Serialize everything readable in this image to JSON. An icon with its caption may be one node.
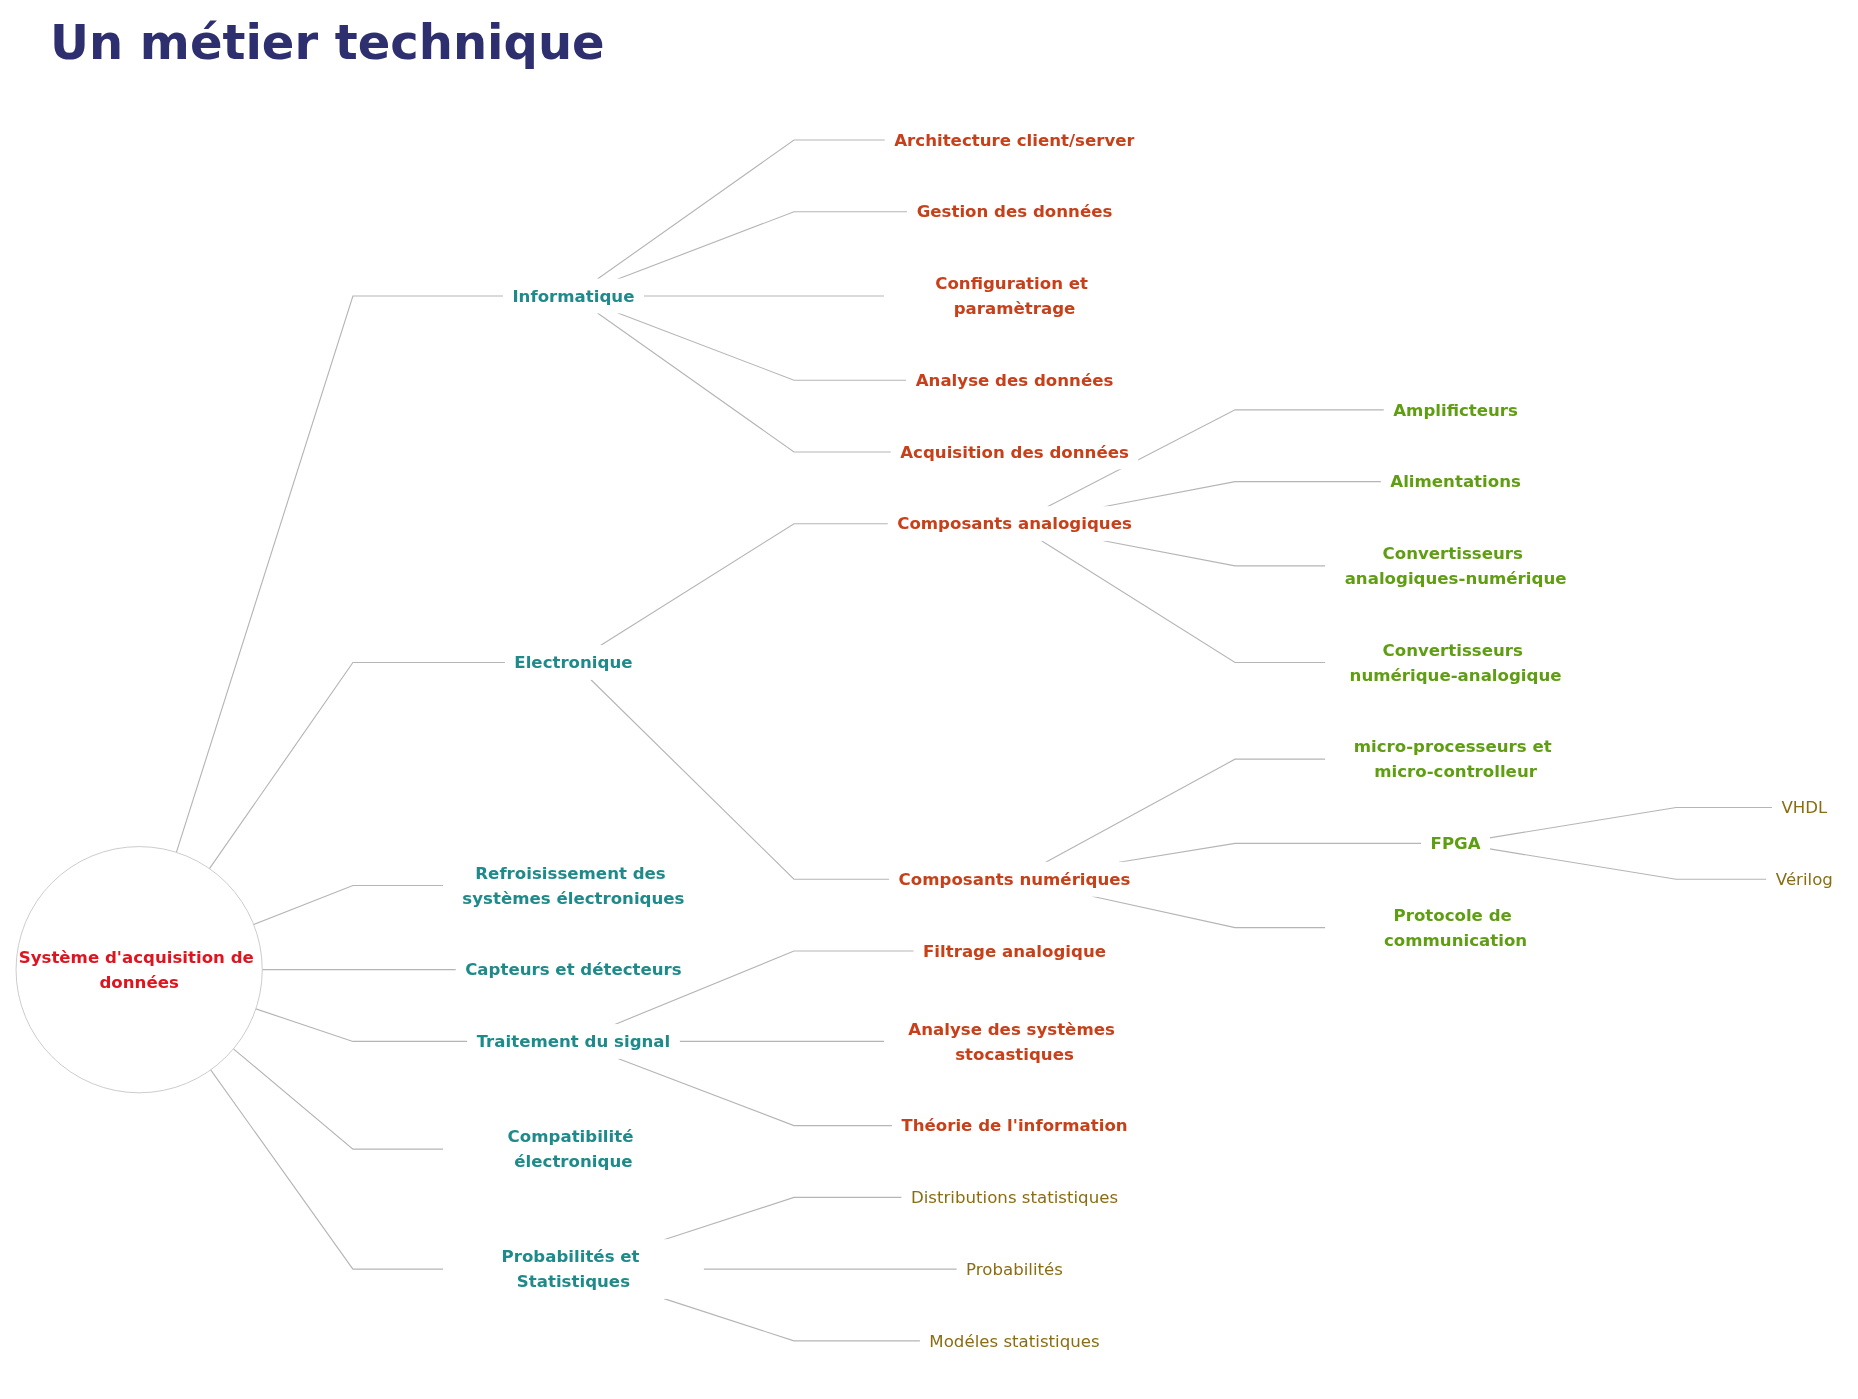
{
  "diagram": {
    "title": "Un métier technique",
    "nodes": [
      {
        "text": [
          "Système d'acquisition de données"
        ]
      },
      {
        "text": [
          "Informatique"
        ]
      },
      {
        "text": [
          "Architecture client/server"
        ]
      },
      {
        "text": [
          "Gestion des données"
        ]
      },
      {
        "text": [
          "Configuration et paramètrage"
        ]
      },
      {
        "text": [
          "Analyse des données"
        ]
      },
      {
        "text": [
          "Acquisition des données"
        ]
      },
      {
        "text": [
          "Electronique"
        ]
      },
      {
        "text": [
          "Composants analogiques"
        ]
      },
      {
        "text": [
          "Amplificteurs"
        ]
      },
      {
        "text": [
          "Alimentations"
        ]
      },
      {
        "text": [
          "Convertisseurs analogiques-numérique"
        ]
      },
      {
        "text": [
          "Convertisseurs numérique-analogique"
        ]
      },
      {
        "text": [
          "Composants numériques"
        ]
      },
      {
        "text": [
          "micro-processeurs et micro-controlleur"
        ]
      },
      {
        "text": [
          "FPGA"
        ]
      },
      {
        "text": [
          "VHDL"
        ]
      },
      {
        "text": [
          "Vérilog"
        ]
      },
      {
        "text": [
          "Protocole de communication"
        ]
      },
      {
        "text": [
          "Refroisissement des systèmes électroniques"
        ]
      },
      {
        "text": [
          "Capteurs et détecteurs"
        ]
      },
      {
        "text": [
          "Traitement du signal"
        ]
      },
      {
        "text": [
          "Filtrage analogique"
        ]
      },
      {
        "text": [
          "Analyse des systèmes stocastiques"
        ]
      },
      {
        "text": [
          "Théorie de l'information"
        ]
      },
      {
        "text": [
          "Compatibilité électronique"
        ]
      },
      {
        "text": [
          "Probabilités et Statistiques"
        ]
      },
      {
        "text": [
          "Distributions statistiques"
        ]
      },
      {
        "text": [
          "Probabilités"
        ]
      },
      {
        "text": [
          "Modéles statistiques"
        ]
      }
    ],
    "edges": [
      {
        "from": 0,
        "to": 1,
        "arrow": "none"
      },
      {
        "from": 1,
        "to": 2,
        "arrow": "none"
      },
      {
        "from": 1,
        "to": 3,
        "arrow": "none"
      },
      {
        "from": 1,
        "to": 4,
        "arrow": "none"
      },
      {
        "from": 1,
        "to": 5,
        "arrow": "none"
      },
      {
        "from": 1,
        "to": 6,
        "arrow": "none"
      },
      {
        "from": 0,
        "to": 7,
        "arrow": "none"
      },
      {
        "from": 7,
        "to": 8,
        "arrow": "none"
      },
      {
        "from": 8,
        "to": 9,
        "arrow": "none"
      },
      {
        "from": 8,
        "to": 10,
        "arrow": "none"
      },
      {
        "from": 8,
        "to": 11,
        "arrow": "none"
      },
      {
        "from": 8,
        "to": 12,
        "arrow": "none"
      },
      {
        "from": 7,
        "to": 13,
        "arrow": "none"
      },
      {
        "from": 13,
        "to": 14,
        "arrow": "none"
      },
      {
        "from": 13,
        "to": 15,
        "arrow": "none"
      },
      {
        "from": 15,
        "to": 16,
        "arrow": "none"
      },
      {
        "from": 15,
        "to": 17,
        "arrow": "none"
      },
      {
        "from": 13,
        "to": 18,
        "arrow": "none"
      },
      {
        "from": 0,
        "to": 19,
        "arrow": "none"
      },
      {
        "from": 0,
        "to": 20,
        "arrow": "none"
      },
      {
        "from": 0,
        "to": 21,
        "arrow": "none"
      },
      {
        "from": 21,
        "to": 22,
        "arrow": "none"
      },
      {
        "from": 21,
        "to": 23,
        "arrow": "none"
      },
      {
        "from": 21,
        "to": 24,
        "arrow": "none"
      },
      {
        "from": 0,
        "to": 25,
        "arrow": "none"
      },
      {
        "from": 0,
        "to": 26,
        "arrow": "none"
      },
      {
        "from": 26,
        "to": 27,
        "arrow": "none"
      },
      {
        "from": 26,
        "to": 28,
        "arrow": "none"
      },
      {
        "from": 26,
        "to": 29,
        "arrow": "none"
      }
    ]
  }
}
